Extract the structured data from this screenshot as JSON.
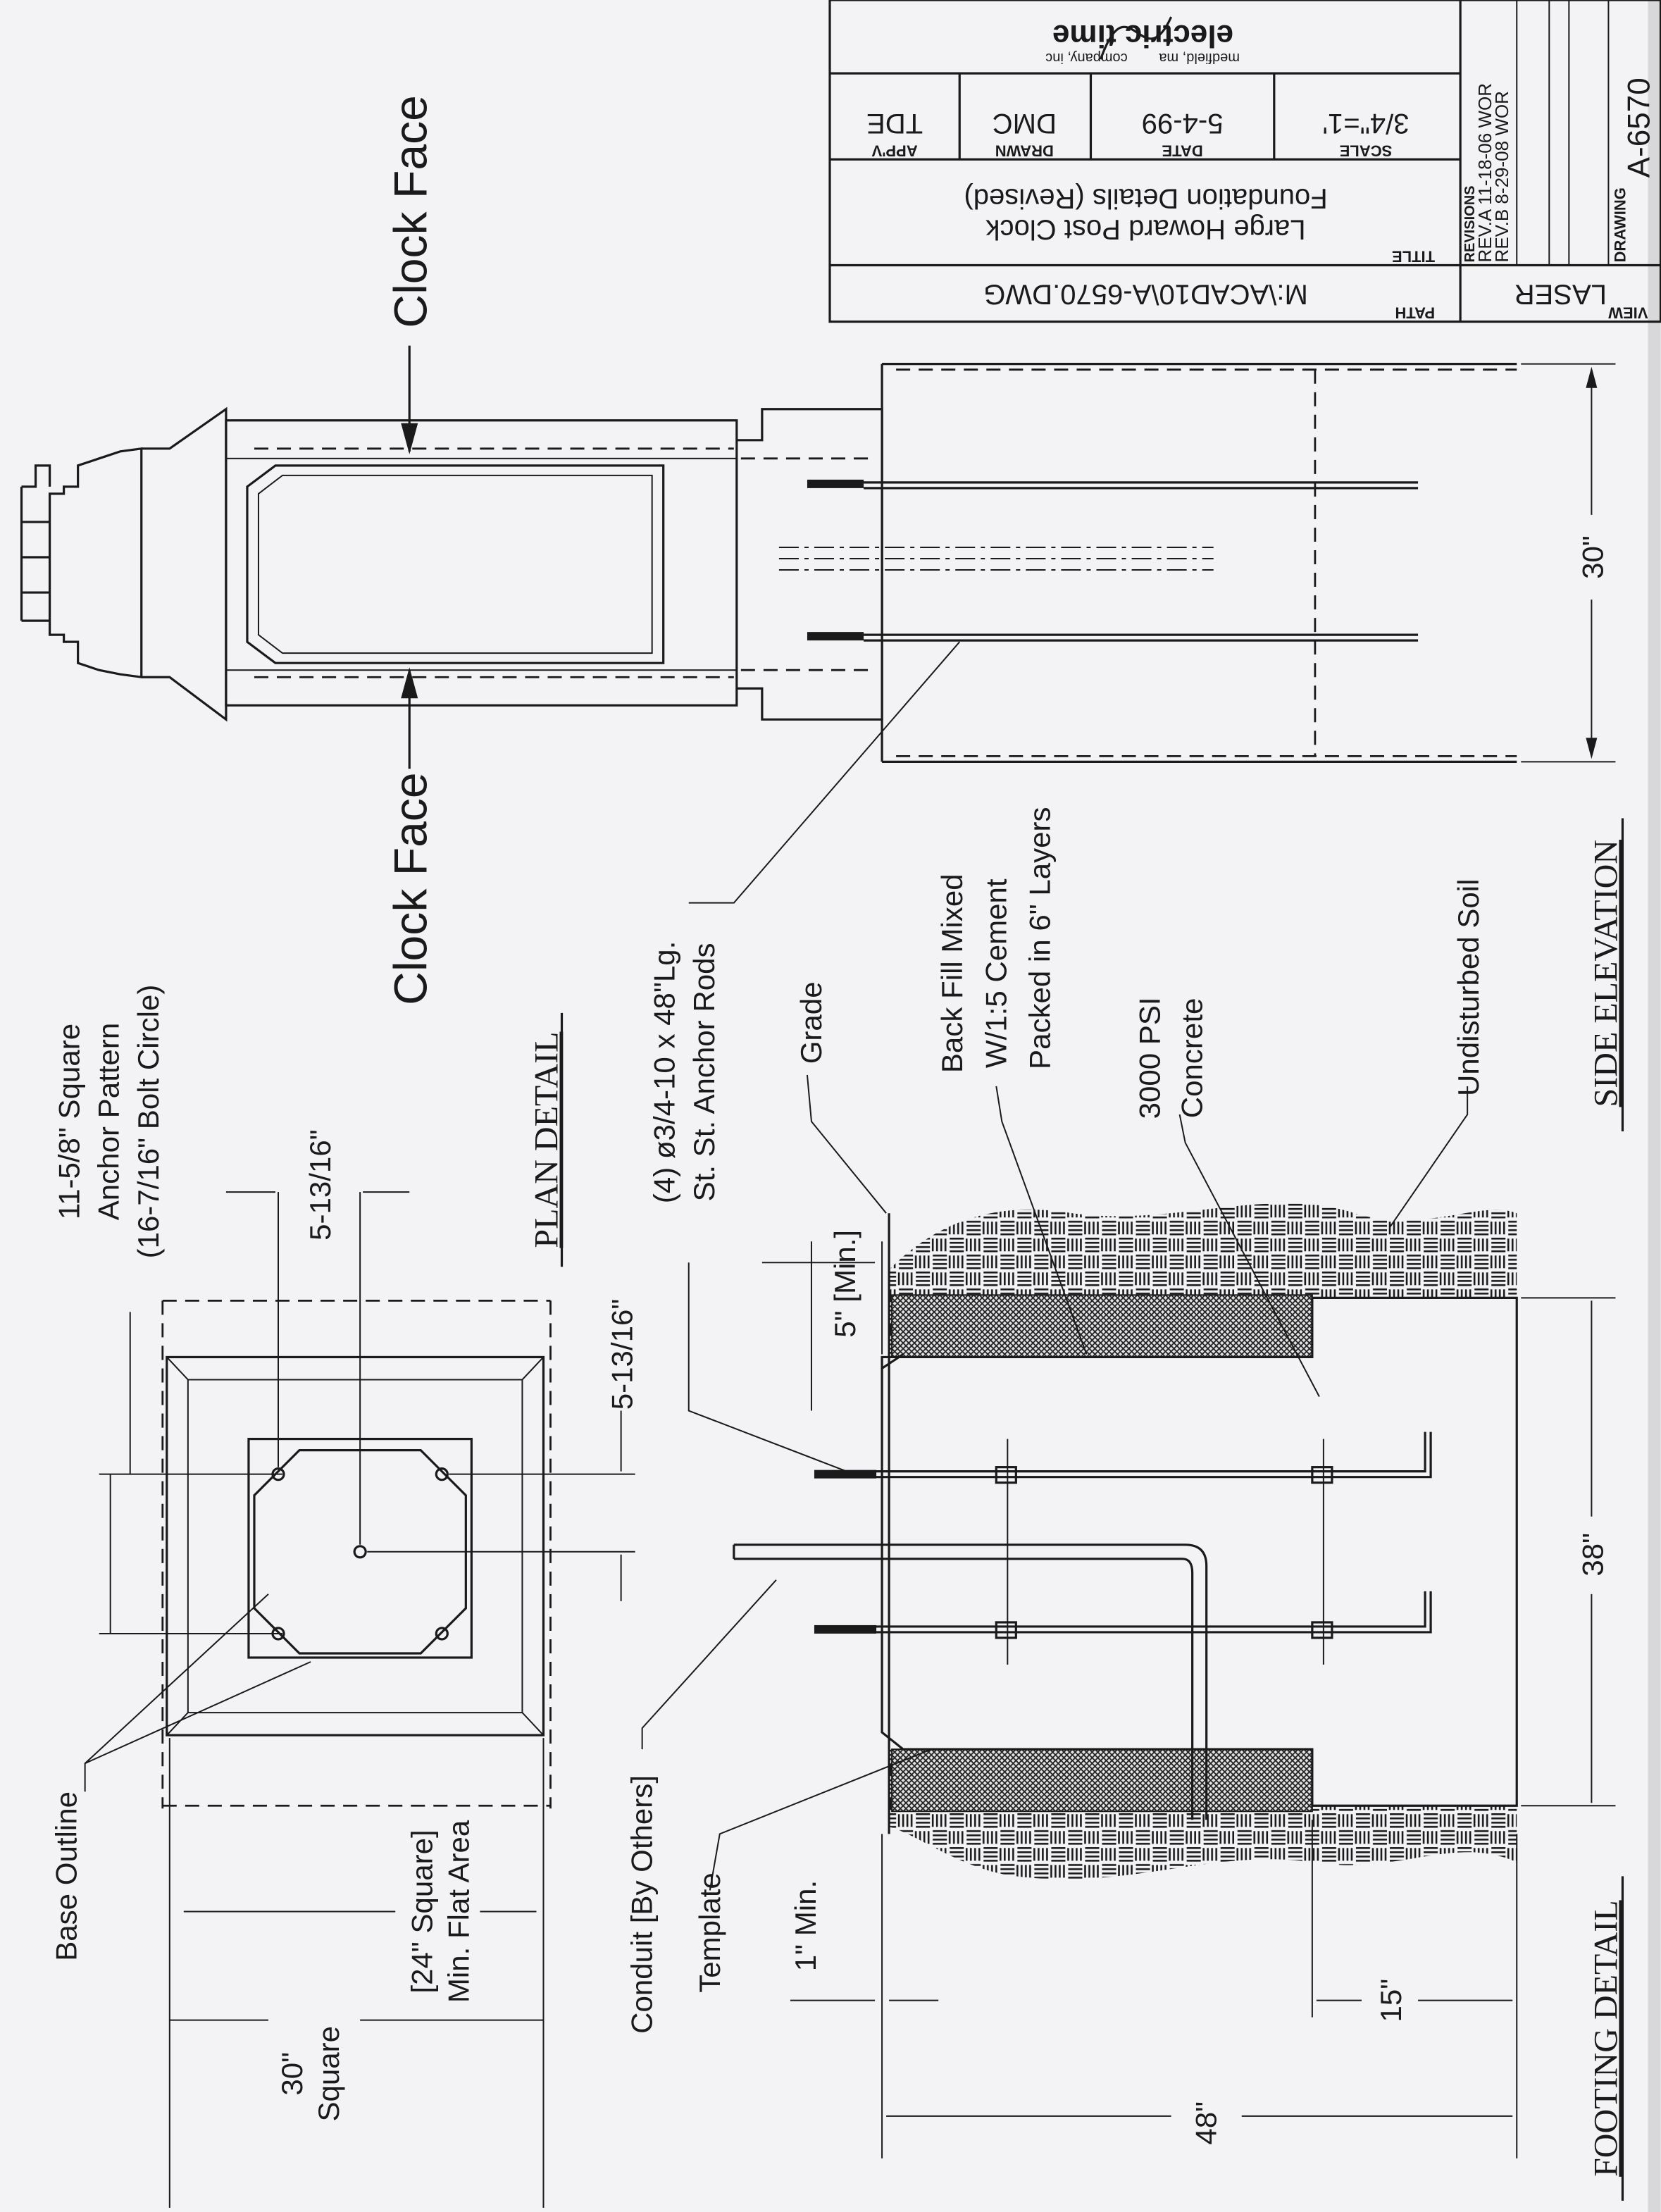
{
  "title_block": {
    "company_logo_text": "electric time",
    "company_subtitle_1": "company, inc",
    "company_subtitle_2": "medfield, ma",
    "path_label": "PATH",
    "path_value": "M:\\ACAD10\\A-6570.DWG",
    "title_label": "TITLE",
    "title_line1": "Large Howard Post Clock",
    "title_line2": "Foundation Details (Revised)",
    "scale_label": "SCALE",
    "scale_value": "3/4\"=1'",
    "date_label": "DATE",
    "date_value": "5-4-99",
    "drawn_label": "DRAWN",
    "drawn_value": "DMC",
    "appv_label": "APP'V",
    "appv_value": "TDE",
    "revisions_label": "REVISIONS",
    "revision_a": "REV.A 11-18-06 WOR",
    "revision_b": "REV.B 8-29-08 WOR",
    "drawing_label": "DRAWING",
    "drawing_number": "A-6570",
    "view_label": "VIEW",
    "view_value": "LASER"
  },
  "side_elevation": {
    "heading": "SIDE ELEVATION",
    "clock_face_top": "Clock Face",
    "clock_face_bottom": "Clock Face",
    "dim_width": "30\""
  },
  "plan_detail": {
    "heading": "PLAN DETAIL",
    "anchor_pattern_line1": "11-5/8\" Square",
    "anchor_pattern_line2": "Anchor Pattern",
    "anchor_pattern_line3": "(16-7/16\" Bolt Circle)",
    "dim_offset_a": "5-13/16\"",
    "dim_offset_b": "5-13/16\"",
    "base_outline": "Base Outline",
    "flat_area_line1": "[24\" Square]",
    "flat_area_line2": "Min. Flat Area",
    "square_line1": "30\"",
    "square_line2": "Square"
  },
  "footing_detail": {
    "heading": "FOOTING DETAIL",
    "anchor_rods_line1": "(4) ø3/4-10 x 48\"Lg.",
    "anchor_rods_line2": "St. St. Anchor Rods",
    "grade": "Grade",
    "min_depth": "5\" [Min.]",
    "backfill_line1": "Back Fill Mixed",
    "backfill_line2": "W/1:5 Cement",
    "backfill_line3": "Packed in 6\" Layers",
    "concrete_line1": "3000 PSI",
    "concrete_line2": "Concrete",
    "undisturbed_soil": "Undisturbed Soil",
    "conduit": "Conduit [By Others]",
    "template": "Template",
    "one_inch_min": "1\" Min.",
    "dim_depth": "38\"",
    "dim_width": "48\"",
    "dim_backfill": "15\""
  }
}
